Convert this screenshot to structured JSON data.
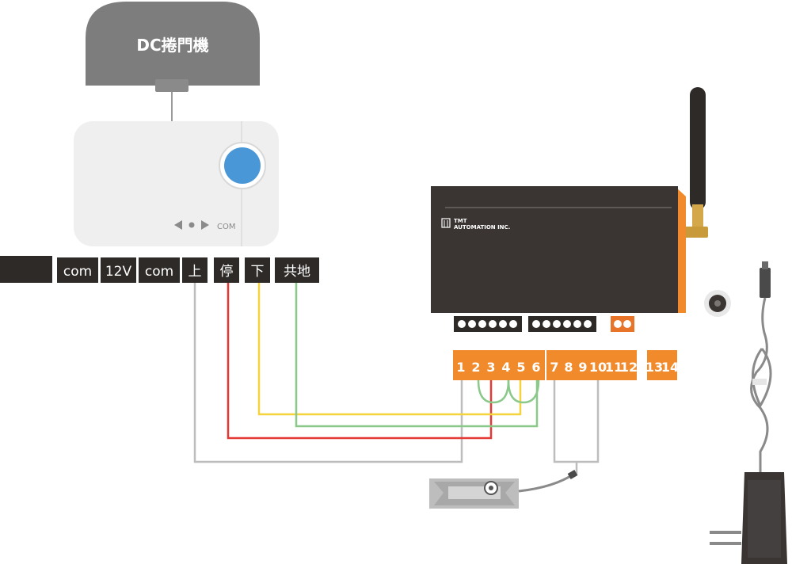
{
  "motor": {
    "label": "DC捲門機"
  },
  "remote": {
    "com_label": "COM"
  },
  "terminal_strip": {
    "labels": [
      "com",
      "12V",
      "com",
      "上",
      "停",
      "下",
      "共地"
    ]
  },
  "controller": {
    "brand_line1": "TMT",
    "brand_line2": "AUTOMATION INC.",
    "terminals_a": [
      "1",
      "2",
      "3",
      "4",
      "5",
      "6"
    ],
    "terminals_b": [
      "7",
      "8",
      "9",
      "10",
      "11",
      "12"
    ],
    "terminals_c": [
      "13",
      "14"
    ]
  },
  "wire_colors": {
    "up": "#bdbdbd",
    "stop": "#e53935",
    "down": "#f5d33b",
    "ground": "#8bc98b"
  }
}
